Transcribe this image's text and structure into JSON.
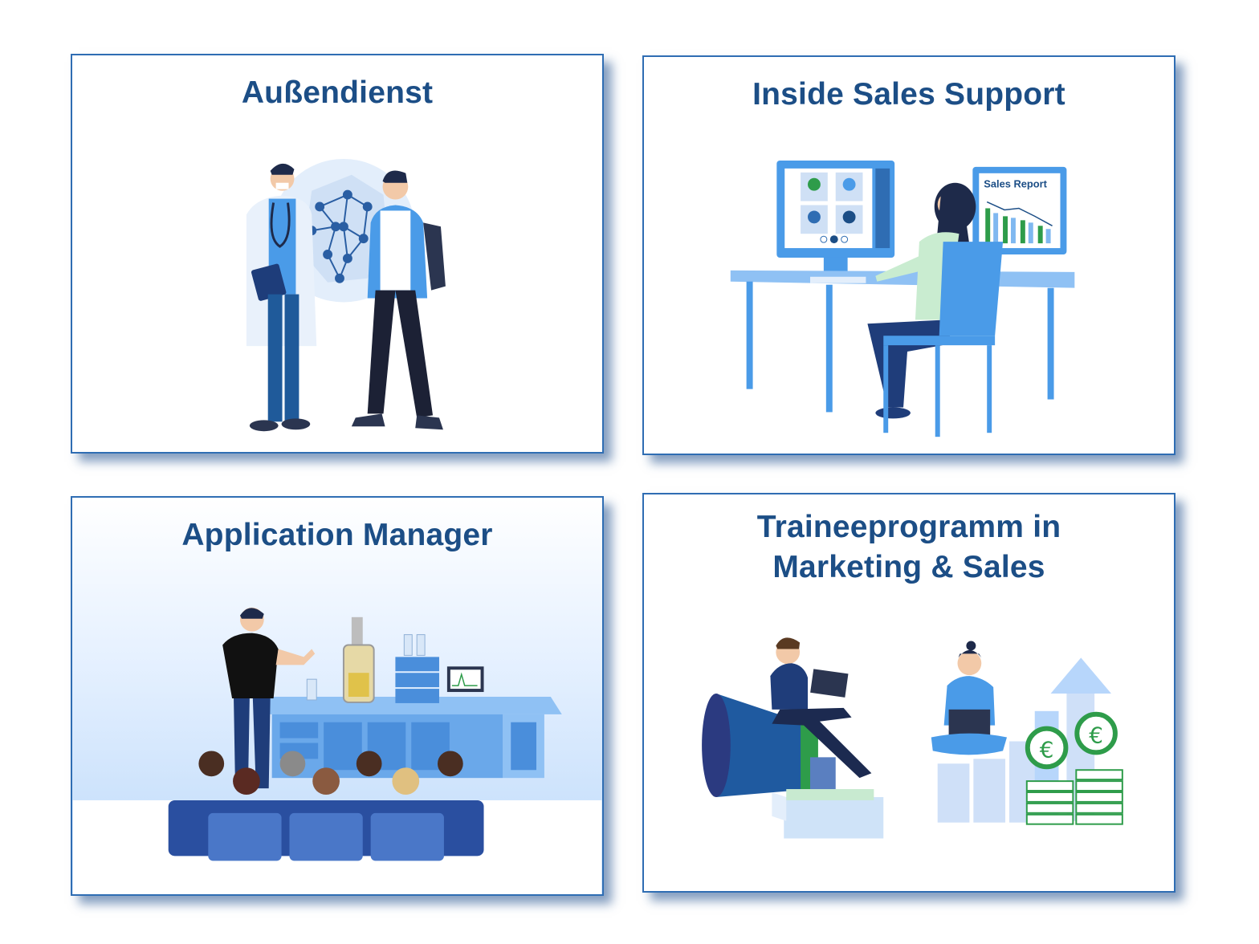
{
  "cards": [
    {
      "title": "Außendienst",
      "illustration": "field-service-doctor-and-sales-rep-with-network-map"
    },
    {
      "title": "Inside Sales Support",
      "illustration": "woman-with-headset-at-desk-video-call-sales-report",
      "report_label": "Sales Report"
    },
    {
      "title": "Application Manager",
      "illustration": "presenter-with-lab-equipment-and-audience"
    },
    {
      "title_line1": "Traineeprogramm in",
      "title_line2": "Marketing & Sales",
      "illustration": "trainees-with-laptops-megaphone-euro-growth"
    }
  ],
  "colors": {
    "title": "#1c4e86",
    "border": "#2f6db3",
    "accent_blue": "#4a9be8",
    "light_blue": "#b7d6fb",
    "green": "#2e9c4a"
  }
}
